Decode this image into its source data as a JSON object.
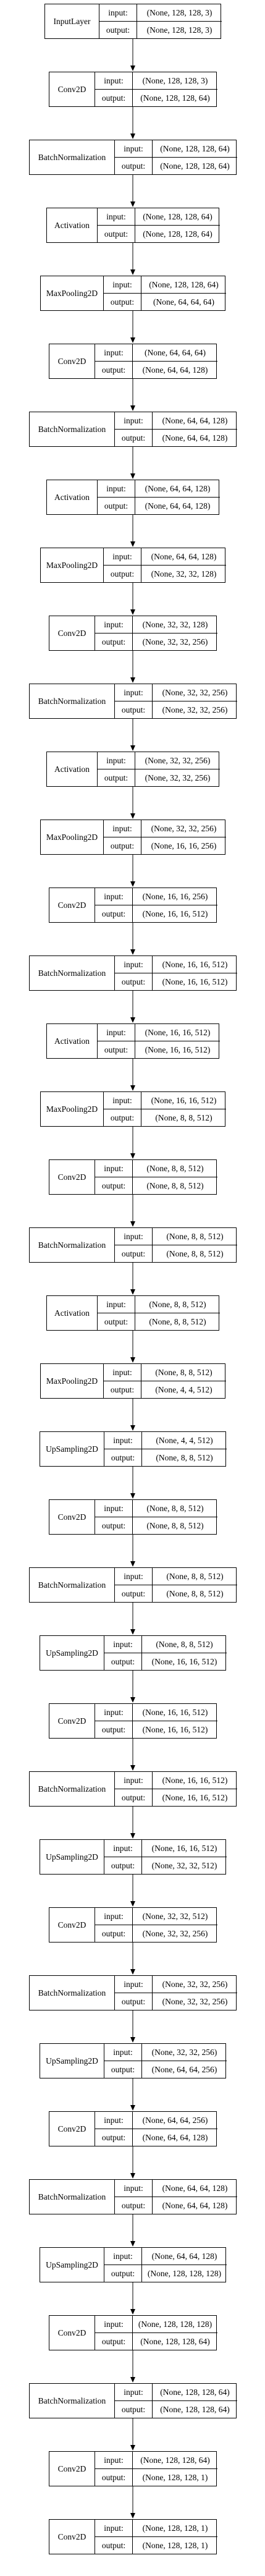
{
  "diagram": {
    "input_label": "input:",
    "output_label": "output:",
    "layers": [
      {
        "name": "InputLayer",
        "input": "(None, 128, 128, 3)",
        "output": "(None, 128, 128, 3)"
      },
      {
        "name": "Conv2D",
        "input": "(None, 128, 128, 3)",
        "output": "(None, 128, 128, 64)"
      },
      {
        "name": "BatchNormalization",
        "input": "(None, 128, 128, 64)",
        "output": "(None, 128, 128, 64)"
      },
      {
        "name": "Activation",
        "input": "(None, 128, 128, 64)",
        "output": "(None, 128, 128, 64)"
      },
      {
        "name": "MaxPooling2D",
        "input": "(None, 128, 128, 64)",
        "output": "(None, 64, 64, 64)"
      },
      {
        "name": "Conv2D",
        "input": "(None, 64, 64, 64)",
        "output": "(None, 64, 64, 128)"
      },
      {
        "name": "BatchNormalization",
        "input": "(None, 64, 64, 128)",
        "output": "(None, 64, 64, 128)"
      },
      {
        "name": "Activation",
        "input": "(None, 64, 64, 128)",
        "output": "(None, 64, 64, 128)"
      },
      {
        "name": "MaxPooling2D",
        "input": "(None, 64, 64, 128)",
        "output": "(None, 32, 32, 128)"
      },
      {
        "name": "Conv2D",
        "input": "(None, 32, 32, 128)",
        "output": "(None, 32, 32, 256)"
      },
      {
        "name": "BatchNormalization",
        "input": "(None, 32, 32, 256)",
        "output": "(None, 32, 32, 256)"
      },
      {
        "name": "Activation",
        "input": "(None, 32, 32, 256)",
        "output": "(None, 32, 32, 256)"
      },
      {
        "name": "MaxPooling2D",
        "input": "(None, 32, 32, 256)",
        "output": "(None, 16, 16, 256)"
      },
      {
        "name": "Conv2D",
        "input": "(None, 16, 16, 256)",
        "output": "(None, 16, 16, 512)"
      },
      {
        "name": "BatchNormalization",
        "input": "(None, 16, 16, 512)",
        "output": "(None, 16, 16, 512)"
      },
      {
        "name": "Activation",
        "input": "(None, 16, 16, 512)",
        "output": "(None, 16, 16, 512)"
      },
      {
        "name": "MaxPooling2D",
        "input": "(None, 16, 16, 512)",
        "output": "(None, 8, 8, 512)"
      },
      {
        "name": "Conv2D",
        "input": "(None, 8, 8, 512)",
        "output": "(None, 8, 8, 512)"
      },
      {
        "name": "BatchNormalization",
        "input": "(None, 8, 8, 512)",
        "output": "(None, 8, 8, 512)"
      },
      {
        "name": "Activation",
        "input": "(None, 8, 8, 512)",
        "output": "(None, 8, 8, 512)"
      },
      {
        "name": "MaxPooling2D",
        "input": "(None, 8, 8, 512)",
        "output": "(None, 4, 4, 512)"
      },
      {
        "name": "UpSampling2D",
        "input": "(None, 4, 4, 512)",
        "output": "(None, 8, 8, 512)"
      },
      {
        "name": "Conv2D",
        "input": "(None, 8, 8, 512)",
        "output": "(None, 8, 8, 512)"
      },
      {
        "name": "BatchNormalization",
        "input": "(None, 8, 8, 512)",
        "output": "(None, 8, 8, 512)"
      },
      {
        "name": "UpSampling2D",
        "input": "(None, 8, 8, 512)",
        "output": "(None, 16, 16, 512)"
      },
      {
        "name": "Conv2D",
        "input": "(None, 16, 16, 512)",
        "output": "(None, 16, 16, 512)"
      },
      {
        "name": "BatchNormalization",
        "input": "(None, 16, 16, 512)",
        "output": "(None, 16, 16, 512)"
      },
      {
        "name": "UpSampling2D",
        "input": "(None, 16, 16, 512)",
        "output": "(None, 32, 32, 512)"
      },
      {
        "name": "Conv2D",
        "input": "(None, 32, 32, 512)",
        "output": "(None, 32, 32, 256)"
      },
      {
        "name": "BatchNormalization",
        "input": "(None, 32, 32, 256)",
        "output": "(None, 32, 32, 256)"
      },
      {
        "name": "UpSampling2D",
        "input": "(None, 32, 32, 256)",
        "output": "(None, 64, 64, 256)"
      },
      {
        "name": "Conv2D",
        "input": "(None, 64, 64, 256)",
        "output": "(None, 64, 64, 128)"
      },
      {
        "name": "BatchNormalization",
        "input": "(None, 64, 64, 128)",
        "output": "(None, 64, 64, 128)"
      },
      {
        "name": "UpSampling2D",
        "input": "(None, 64, 64, 128)",
        "output": "(None, 128, 128, 128)"
      },
      {
        "name": "Conv2D",
        "input": "(None, 128, 128, 128)",
        "output": "(None, 128, 128, 64)"
      },
      {
        "name": "BatchNormalization",
        "input": "(None, 128, 128, 64)",
        "output": "(None, 128, 128, 64)"
      },
      {
        "name": "Conv2D",
        "input": "(None, 128, 128, 64)",
        "output": "(None, 128, 128, 1)"
      },
      {
        "name": "Conv2D",
        "input": "(None, 128, 128, 1)",
        "output": "(None, 128, 128, 1)"
      }
    ]
  }
}
